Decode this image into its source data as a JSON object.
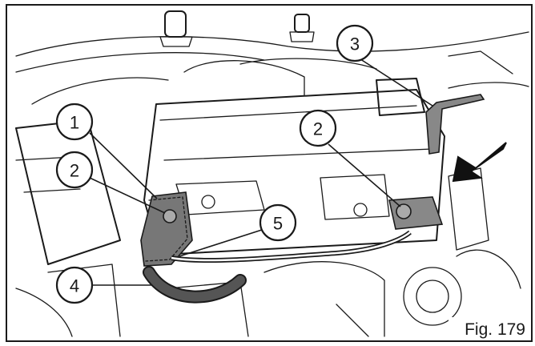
{
  "figure": {
    "caption": "Fig. 179",
    "callouts": [
      "1",
      "2",
      "3",
      "2",
      "5",
      "4"
    ],
    "colors": {
      "line": "#1a1a1a",
      "hose": "#555555",
      "bracket": "#888888",
      "arrow": "#111111",
      "background": "#ffffff"
    }
  }
}
